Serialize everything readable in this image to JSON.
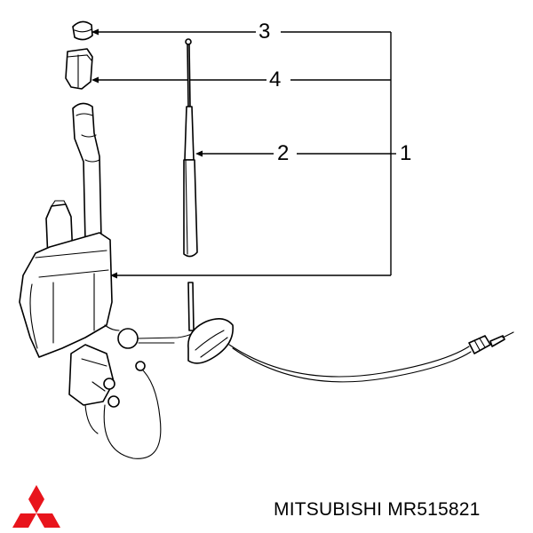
{
  "callouts": {
    "c1": "1",
    "c2": "2",
    "c3": "3",
    "c4": "4"
  },
  "footer": {
    "part_label": "MITSUBISHI MR515821"
  },
  "colors": {
    "logo": "#e8141c",
    "ink": "#000000"
  },
  "icons": {
    "brand": "mitsubishi-logo-icon"
  }
}
